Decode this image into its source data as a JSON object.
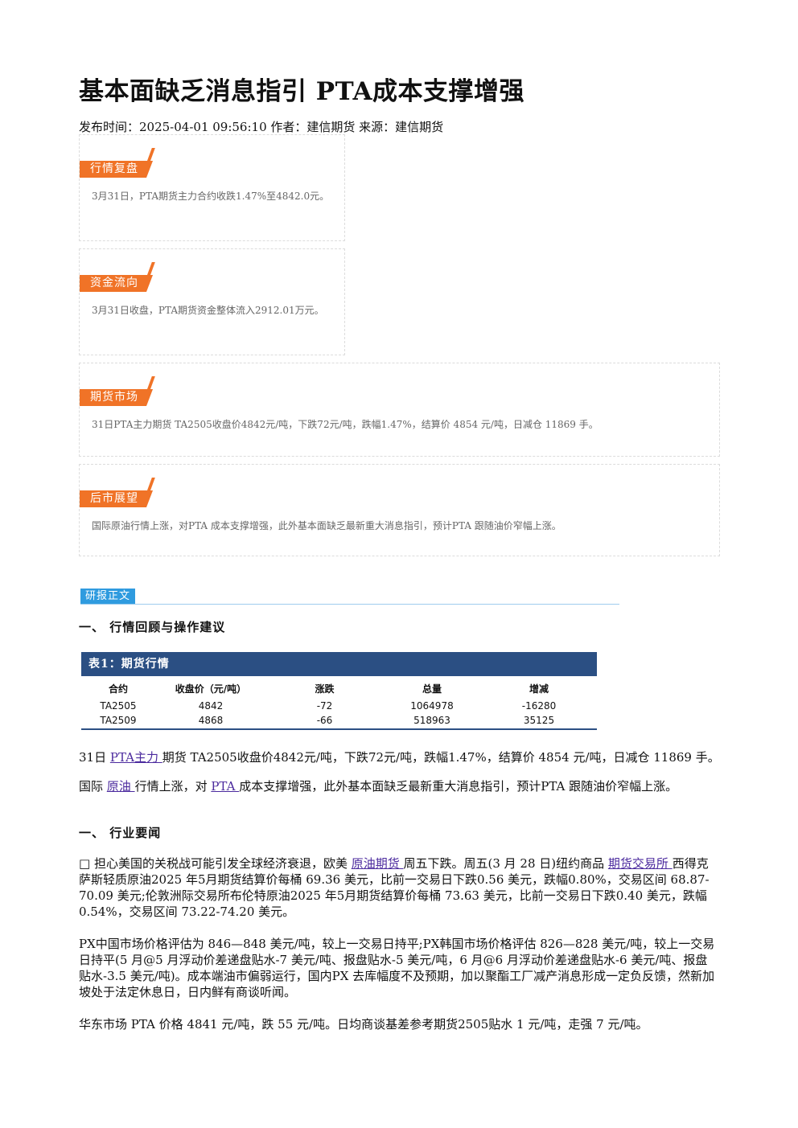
{
  "title": "基本面缺乏消息指引 PTA成本支撑增强",
  "meta": "发布时间：2025-04-01 09:56:10 作者：建信期货 来源：建信期货",
  "boxes": [
    {
      "tag": "行情复盘",
      "text": "3月31日，PTA期货主力合约收跌1.47%至4842.0元。"
    },
    {
      "tag": "资金流向",
      "text": "3月31日收盘，PTA期货资金整体流入2912.01万元。"
    },
    {
      "tag": "期货市场",
      "text": "31日PTA主力期货 TA2505收盘价4842元/吨，下跌72元/吨，跌幅1.47%，结算价 4854 元/吨，日减仓 11869 手。"
    },
    {
      "tag": "后市展望",
      "text": "国际原油行情上涨，对PTA 成本支撑增强，此外基本面缺乏最新重大消息指引，预计PTA 跟随油价窄幅上涨。"
    }
  ],
  "section_tag": "研报正文",
  "heading1": "一、 行情回顾与操作建议",
  "table": {
    "title": "表1：期货行情",
    "headers": [
      "合约",
      "收盘价（元/吨）",
      "涨跌",
      "总量",
      "增减"
    ],
    "rows": [
      [
        "TA2505",
        "4842",
        "-72",
        "1064978",
        "-16280"
      ],
      [
        "TA2509",
        "4868",
        "-66",
        "518963",
        "35125"
      ]
    ]
  },
  "para1": {
    "pre": "31日 ",
    "link": "PTA主力 ",
    "post": "期货 TA2505收盘价4842元/吨，下跌72元/吨，跌幅1.47%，结算价 4854 元/吨，日减仓 11869 手。"
  },
  "para2": {
    "pre": "国际 ",
    "link1": "原油 ",
    "mid": "行情上涨，对 ",
    "link2": "PTA ",
    "post": "成本支撑增强，此外基本面缺乏最新重大消息指引，预计PTA 跟随油价窄幅上涨。"
  },
  "heading2": "一、 行业要闻",
  "news1": {
    "pre": "□ 担心美国的关税战可能引发全球经济衰退，欧美 ",
    "link1": "原油期货 ",
    "mid": "周五下跌。周五(3 月 28 日)纽约商品 ",
    "link2": "期货交易所 ",
    "post": "西得克萨斯轻质原油2025 年5月期货结算价每桶 69.36 美元，比前一交易日下跌0.56 美元，跌幅0.80%，交易区间 68.87-70.09 美元;伦敦洲际交易所布伦特原油2025 年5月期货结算价每桶 73.63 美元，比前一交易日下跌0.40 美元，跌幅0.54%，交易区间 73.22-74.20 美元。"
  },
  "news2": "PX中国市场价格评估为 846—848 美元/吨，较上一交易日持平;PX韩国市场价格评估 826—828 美元/吨，较上一交易日持平(5 月@5 月浮动价差递盘贴水-7 美元/吨、报盘贴水-5 美元/吨，6 月@6 月浮动价差递盘贴水-6 美元/吨、报盘贴水-3.5 美元/吨)。成本端油市偏弱运行，国内PX 去库幅度不及预期，加以聚酯工厂减产消息形成一定负反馈，然新加坡处于法定休息日，日内鲜有商谈听闻。",
  "news3": "华东市场 PTA 价格 4841 元/吨，跌 55 元/吨。日均商谈基差参考期货2505贴水 1 元/吨，走强 7 元/吨。",
  "colors": {
    "tag": "#f07327",
    "section_tag": "#2f9bdf",
    "table_header": "#2b4f83",
    "link": "#4b2a9e"
  }
}
